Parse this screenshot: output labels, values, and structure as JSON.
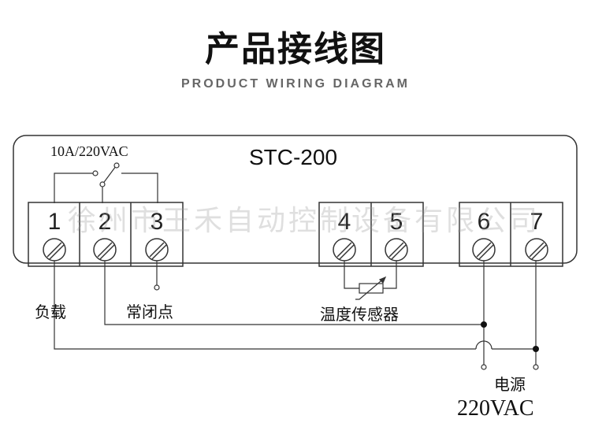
{
  "title": "产品接线图",
  "subtitle": "PRODUCT WIRING DIAGRAM",
  "model": "STC-200",
  "relay_rating": "10A/220VAC",
  "terminals": [
    "1",
    "2",
    "3",
    "4",
    "5",
    "6",
    "7"
  ],
  "labels": {
    "load": "负载",
    "normally_closed": "常闭点",
    "temp_sensor": "温度传感器",
    "power": "电源",
    "power_voltage": "220VAC"
  },
  "watermark": "徐州市王禾自动控制设备有限公司"
}
